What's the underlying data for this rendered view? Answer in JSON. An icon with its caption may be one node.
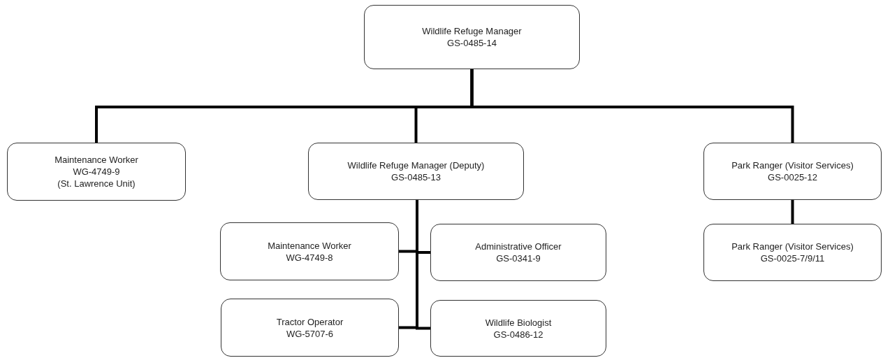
{
  "diagram": {
    "nodes": [
      {
        "text": [
          "Wildlife Refuge Manager",
          "GS-0485-14"
        ]
      },
      {
        "text": [
          "Maintenance Worker",
          "WG-4749-9",
          "(St. Lawrence Unit)"
        ]
      },
      {
        "text": [
          "Wildlife Refuge Manager (Deputy)",
          "GS-0485-13"
        ]
      },
      {
        "text": [
          "Park Ranger (Visitor Services)",
          "GS-0025-12"
        ]
      },
      {
        "text": [
          "Maintenance Worker",
          "WG-4749-8"
        ]
      },
      {
        "text": [
          "Administrative Officer",
          "GS-0341-9"
        ]
      },
      {
        "text": [
          "Tractor Operator",
          "WG-5707-6"
        ]
      },
      {
        "text": [
          "Wildlife Biologist",
          "GS-0486-12"
        ]
      },
      {
        "text": [
          "Park Ranger (Visitor Services)",
          "GS-0025-7/9/11"
        ]
      }
    ],
    "edges": [
      {
        "from": 0,
        "to": 1,
        "arrow": "none"
      },
      {
        "from": 0,
        "to": 2,
        "arrow": "none"
      },
      {
        "from": 0,
        "to": 3,
        "arrow": "none"
      },
      {
        "from": 2,
        "to": 4,
        "arrow": "none"
      },
      {
        "from": 2,
        "to": 5,
        "arrow": "none"
      },
      {
        "from": 2,
        "to": 6,
        "arrow": "none"
      },
      {
        "from": 2,
        "to": 7,
        "arrow": "none"
      },
      {
        "from": 3,
        "to": 8,
        "arrow": "none"
      }
    ]
  }
}
